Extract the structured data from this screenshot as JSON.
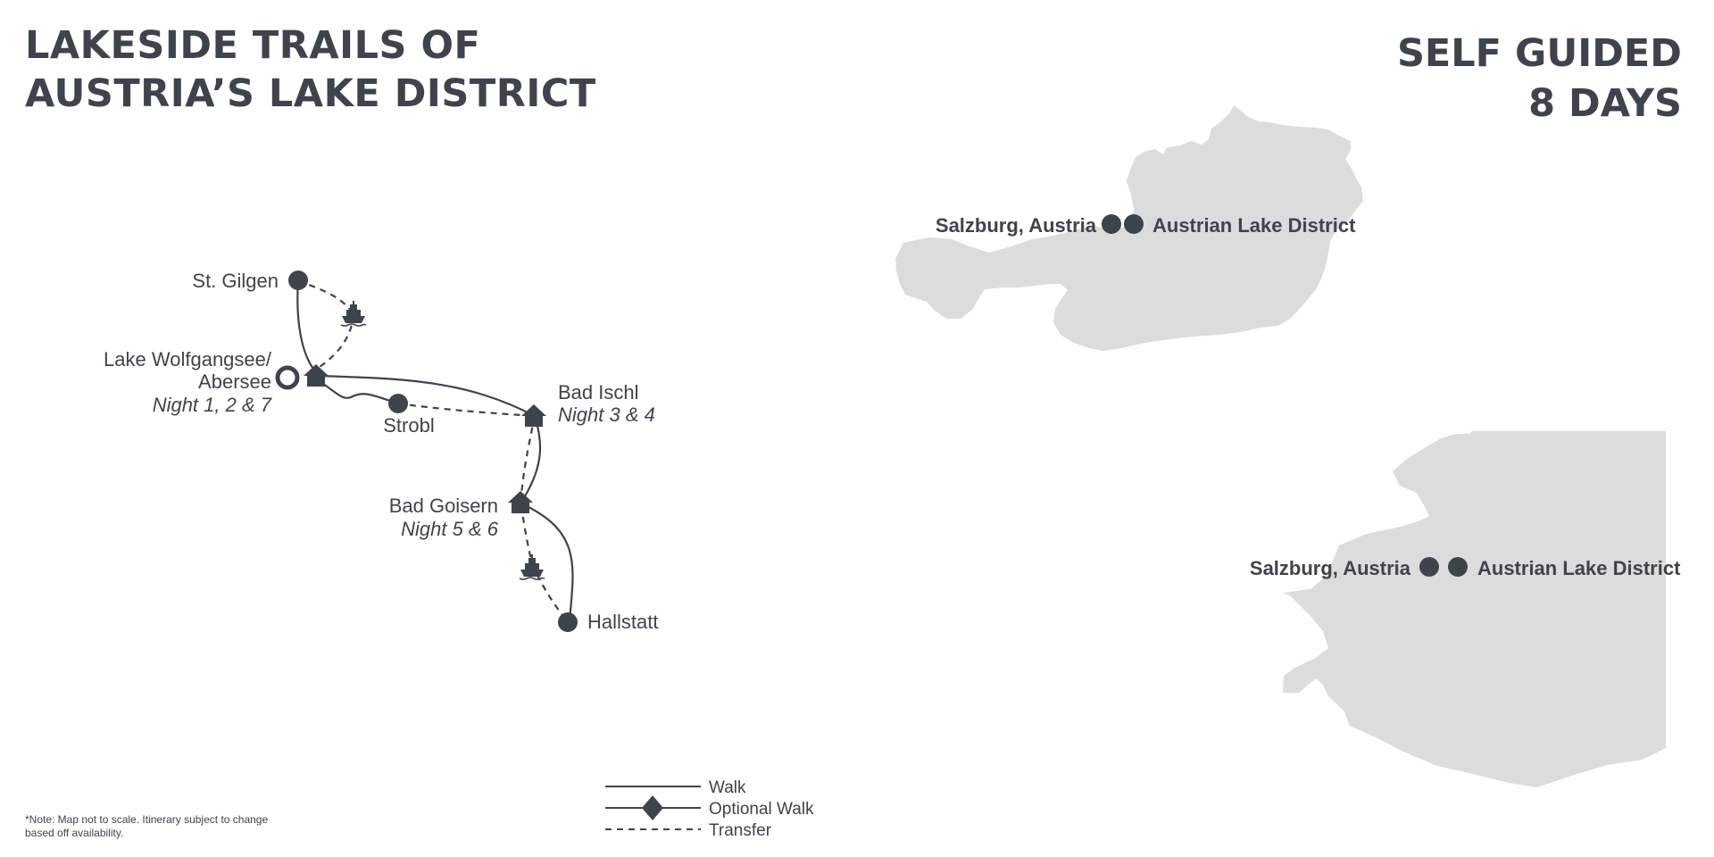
{
  "title": {
    "line1": "LAKESIDE TRAILS OF",
    "line2": "AUSTRIA’S LAKE DISTRICT"
  },
  "badge": {
    "line1": "SELF GUIDED",
    "line2": "8 DAYS"
  },
  "route": {
    "stops": {
      "st_gilgen": {
        "name": "St. Gilgen"
      },
      "wolfgangsee": {
        "name_line1": "Lake Wolfgangsee/",
        "name_line2": "Abersee",
        "night": "Night 1, 2 & 7"
      },
      "strobl": {
        "name": "Strobl"
      },
      "bad_ischl": {
        "name": "Bad Ischl",
        "night": "Night 3 & 4"
      },
      "bad_goisern": {
        "name": "Bad Goisern",
        "night": "Night 5 & 6"
      },
      "hallstatt": {
        "name": "Hallstatt"
      }
    }
  },
  "overview_map": {
    "left_label": "Salzburg, Austria",
    "right_label": "Austrian Lake District"
  },
  "zoom_map": {
    "left_label": "Salzburg, Austria",
    "right_label": "Austrian Lake District"
  },
  "legend": {
    "walk": "Walk",
    "optional_walk": "Optional Walk",
    "transfer": "Transfer"
  },
  "note": "*Note: Map not to scale. Itinerary subject to change based off availability.",
  "colors": {
    "ink": "#3f434c",
    "land": "#dcdcdc",
    "background": "#ffffff"
  },
  "icons": [
    "house-icon",
    "boat-icon",
    "start-ring-icon",
    "stop-dot-icon"
  ]
}
